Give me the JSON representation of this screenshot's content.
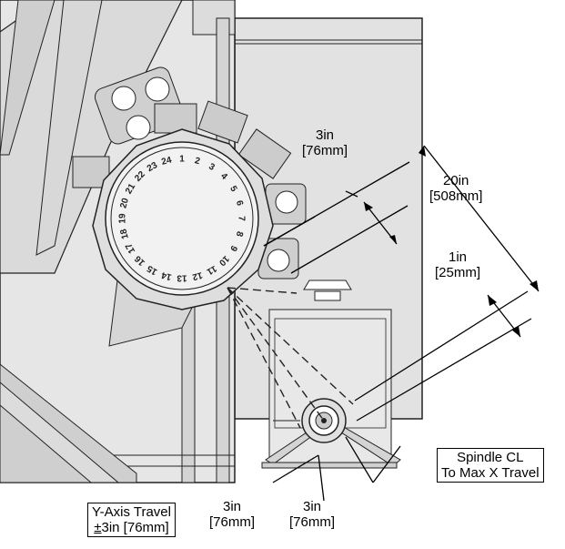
{
  "dimensions": {
    "clearance_top": {
      "imperial": "3in",
      "metric": "76mm"
    },
    "spindle_travel": {
      "imperial": "20in",
      "metric": "508mm"
    },
    "offset_right": {
      "imperial": "1in",
      "metric": "25mm"
    },
    "bottom_left": {
      "imperial": "3in",
      "metric": "76mm"
    },
    "bottom_right": {
      "imperial": "3in",
      "metric": "76mm"
    }
  },
  "callouts": {
    "spindle_cl_line1": "Spindle CL",
    "spindle_cl_line2": "To Max X Travel",
    "y_axis_line1": "Y-Axis Travel",
    "y_axis_line2_prefix": "±",
    "y_axis_line2_value": "3in [76mm]"
  },
  "turret": {
    "pocket_numbers": [
      "1",
      "2",
      "3",
      "4",
      "5",
      "6",
      "7",
      "8",
      "9",
      "10",
      "11",
      "12",
      "13",
      "14",
      "15",
      "16",
      "17",
      "18",
      "19",
      "20",
      "21",
      "22",
      "23",
      "24"
    ]
  }
}
